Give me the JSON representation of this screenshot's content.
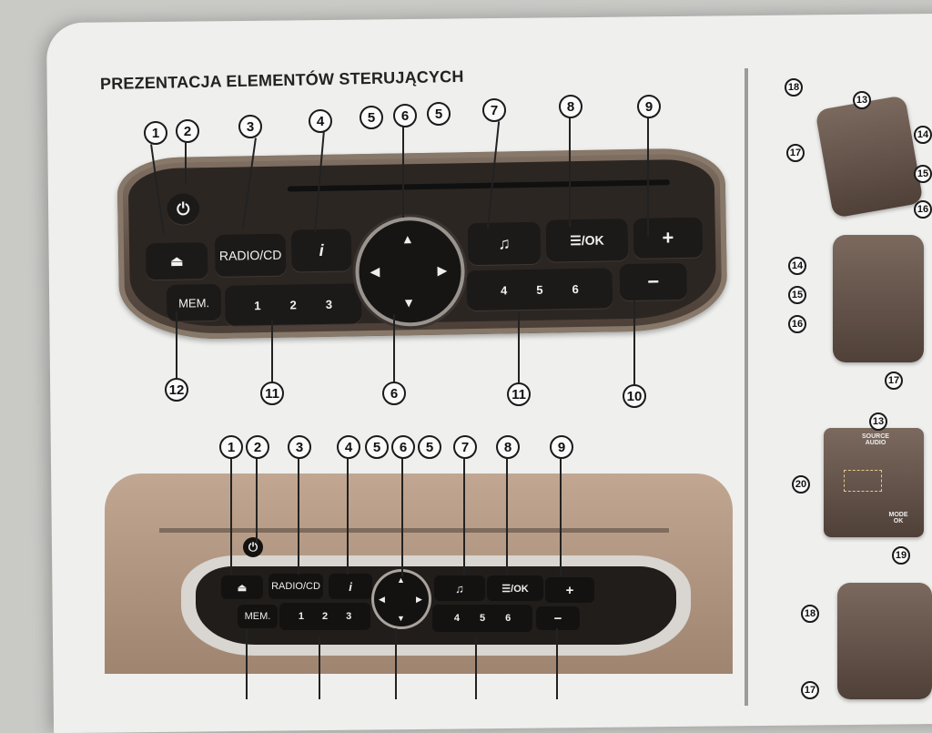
{
  "page": {
    "title": "PREZENTACJA ELEMENTÓW STERUJĄCYCH"
  },
  "top_panel": {
    "buttons": {
      "eject": "⏏",
      "radio_cd": "RADIO/CD",
      "info": "i",
      "music": "♫",
      "list_ok": "☰/OK",
      "plus": "+",
      "minus": "−",
      "mem": "MEM.",
      "presets_left": [
        "1",
        "2",
        "3"
      ],
      "presets_right": [
        "4",
        "5",
        "6"
      ]
    },
    "callouts_top": [
      "1",
      "2",
      "3",
      "4",
      "5",
      "6",
      "5",
      "7",
      "8",
      "9"
    ],
    "callouts_bottom": [
      "12",
      "11",
      "6",
      "11",
      "10"
    ]
  },
  "bottom_panel": {
    "buttons": {
      "radio_cd": "RADIO/CD",
      "info": "i",
      "music": "♫",
      "list_ok": "☰/OK",
      "plus": "+",
      "minus": "−",
      "mem": "MEM.",
      "presets_left": [
        "1",
        "2",
        "3"
      ],
      "presets_right": [
        "4",
        "5",
        "6"
      ]
    },
    "callouts_top": [
      "1",
      "2",
      "3",
      "4",
      "5",
      "6",
      "5",
      "7",
      "8",
      "9"
    ]
  },
  "right_column": {
    "callouts": [
      "13",
      "18",
      "14",
      "17",
      "15",
      "16",
      "14",
      "15",
      "16",
      "17",
      "13",
      "20",
      "19",
      "18",
      "17"
    ],
    "source_audio_label": "SOURCE AUDIO",
    "mode_ok_label": "MODE OK"
  },
  "icons": {
    "power": "power-icon",
    "eject": "eject-icon",
    "up_arrow": "▲",
    "down_arrow": "▼",
    "left_arrow": "◀",
    "right_arrow": "▶"
  },
  "colors": {
    "paper": "#efefed",
    "panel_dark": "#2c2623",
    "panel_brown": "#a98d78",
    "ink": "#1a1a1a"
  }
}
